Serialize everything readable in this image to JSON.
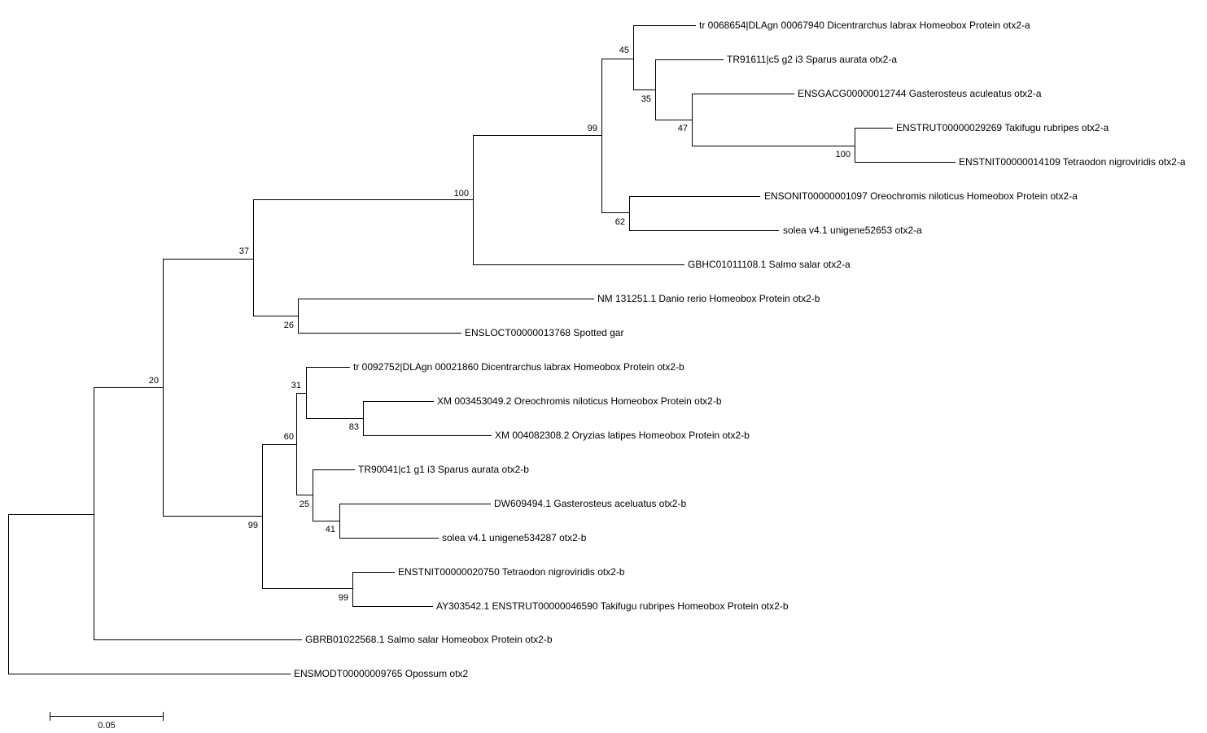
{
  "tree": {
    "leaves": [
      "tr 0068654|DLAgn 00067940 Dicentrarchus labrax Homeobox Protein otx2-a",
      "TR91611|c5 g2 i3 Sparus aurata otx2-a",
      "ENSGACG00000012744 Gasterosteus aculeatus otx2-a",
      "ENSTRUT00000029269 Takifugu rubripes otx2-a",
      "ENSTNIT00000014109 Tetraodon nigroviridis otx2-a",
      "ENSONIT00000001097 Oreochromis niloticus Homeobox Protein otx2-a",
      "solea v4.1 unigene52653 otx2-a",
      "GBHC01011108.1 Salmo salar otx2-a",
      "NM 131251.1 Danio rerio Homeobox Protein otx2-b",
      "ENSLOCT00000013768 Spotted gar",
      "tr 0092752|DLAgn 00021860 Dicentrarchus labrax Homeobox Protein otx2-b",
      "XM 003453049.2 Oreochromis niloticus Homeobox Protein otx2-b",
      "XM 004082308.2 Oryzias latipes Homeobox Protein otx2-b",
      "TR90041|c1 g1 i3 Sparus aurata otx2-b",
      "DW609494.1 Gasterosteus aceluatus otx2-b",
      "solea v4.1 unigene534287 otx2-b",
      "ENSTNIT00000020750 Tetraodon nigroviridis otx2-b",
      "AY303542.1 ENSTRUT00000046590 Takifugu rubripes Homeobox Protein otx2-b",
      "GBRB01022568.1 Salmo salar Homeobox Protein otx2-b",
      "ENSMODT00000009765 Opossum otx2"
    ],
    "supports": {
      "s45": "45",
      "s35": "35",
      "s47": "47",
      "s100a": "100",
      "s99a": "99",
      "s62": "62",
      "s100b": "100",
      "s37": "37",
      "s26": "26",
      "s20": "20",
      "s31": "31",
      "s83": "83",
      "s60": "60",
      "s25": "25",
      "s41": "41",
      "s99b": "99",
      "s99c": "99"
    },
    "scale_bar_label": "0.05"
  }
}
